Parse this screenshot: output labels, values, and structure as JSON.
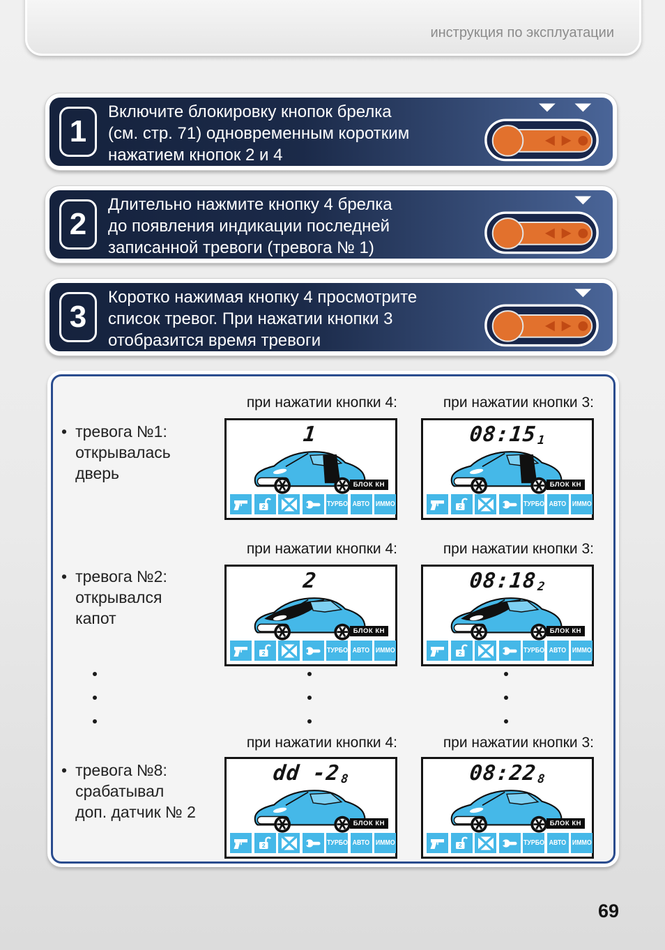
{
  "header": {
    "title": "инструкция по эксплуатации"
  },
  "steps": [
    {
      "num": "1",
      "text": "Включите блокировку кнопок брелка\n(см. стр. 71) одновременным коротким\nнажатием кнопок 2 и 4",
      "arrows": "2-4"
    },
    {
      "num": "2",
      "text": "Длительно нажмите кнопку 4 брелка\nдо появления индикации последней\nзаписанной тревоги (тревога № 1)",
      "arrows": "4"
    },
    {
      "num": "3",
      "text": "Коротко нажимая кнопку 4 просмотрите\nсписок тревог. При нажатии кнопки 3\nотобразится время тревоги",
      "arrows": "4"
    }
  ],
  "panel": {
    "col4_header": "при нажатии кнопки 4:",
    "col3_header": "при нажатии кнопки 3:",
    "bullet_marker": "•",
    "lcd_badge": "БЛОК КН",
    "rows": [
      {
        "bullet": "тревога №1:\nоткрывалась\nдверь",
        "lcd4": {
          "main": "1",
          "sub": "",
          "variant": "door"
        },
        "lcd3": {
          "main": "08:15",
          "sub": "1",
          "variant": "door"
        }
      },
      {
        "bullet": "тревога №2:\nоткрывался\nкапот",
        "lcd4": {
          "main": "2",
          "sub": "",
          "variant": "hood"
        },
        "lcd3": {
          "main": "08:18",
          "sub": "2",
          "variant": "hood"
        }
      },
      {
        "bullet": "тревога №8:\nсрабатывал\nдоп. датчик № 2",
        "lcd4": {
          "main": "dd -2",
          "sub": "8",
          "variant": "normal"
        },
        "lcd3": {
          "main": "08:22",
          "sub": "8",
          "variant": "normal"
        }
      }
    ],
    "icons": [
      {
        "name": "gun-icon",
        "type": "glyph"
      },
      {
        "name": "lock2-icon",
        "type": "glyph"
      },
      {
        "name": "valve-icon",
        "type": "glyph"
      },
      {
        "name": "wrench-icon",
        "type": "glyph"
      },
      {
        "name": "turbo-badge",
        "type": "text",
        "label": "ТУРБО"
      },
      {
        "name": "auto-badge",
        "type": "text",
        "label": "АВТО"
      },
      {
        "name": "immo-badge",
        "type": "text",
        "label": "ИММО"
      }
    ]
  },
  "page_number": "69",
  "colors": {
    "accent_cyan": "#45b8e8",
    "navy": "#1b2a49",
    "orange": "#e2712d",
    "panel_border": "#2a4c8e"
  }
}
